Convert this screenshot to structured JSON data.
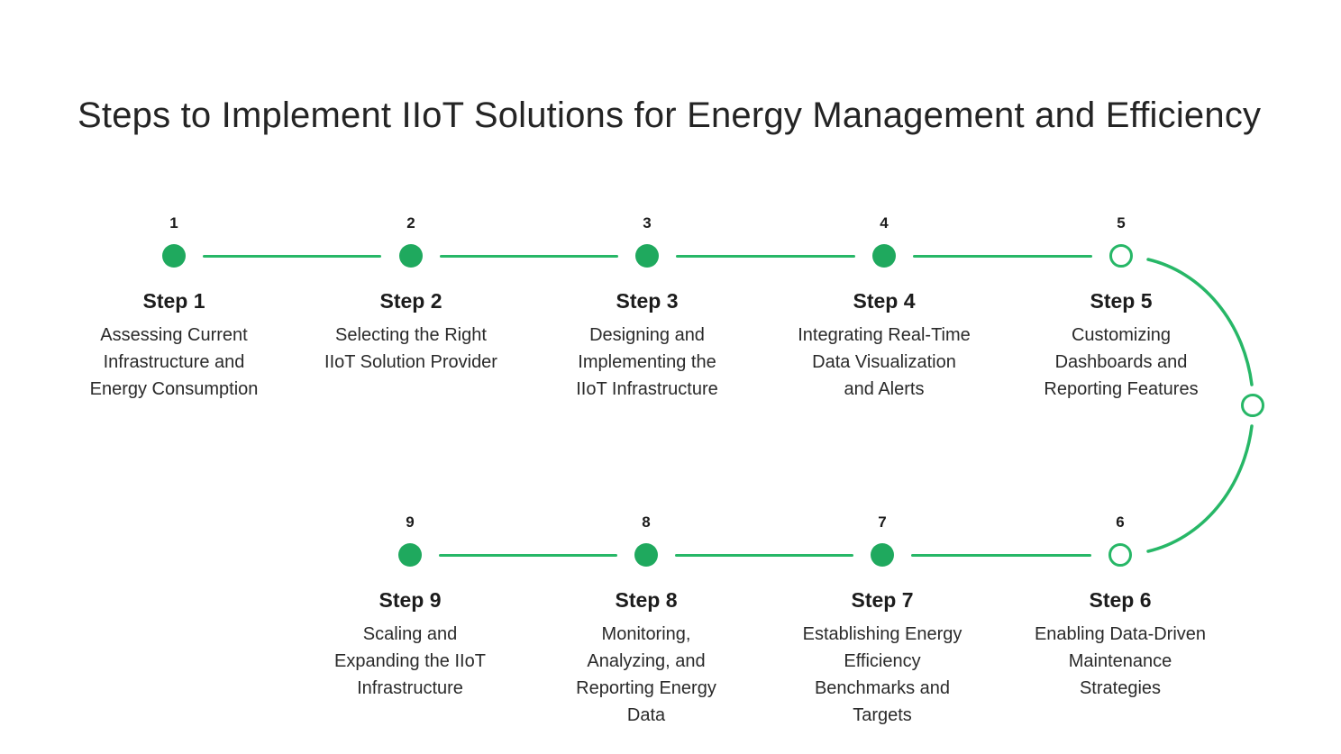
{
  "title": "Steps to Implement IIoT Solutions for Energy Management and Efficiency",
  "colors": {
    "dot_fill_green": "#1fa95e",
    "line_green": "#27b767",
    "text_dark": "#1c1c1c",
    "text_body": "#2a2a2a",
    "background": "#ffffff"
  },
  "steps": [
    {
      "num": "1",
      "label": "Step 1",
      "desc": "Assessing Current\nInfrastructure and\nEnergy Consumption",
      "marker": "filled"
    },
    {
      "num": "2",
      "label": "Step 2",
      "desc": "Selecting the Right\nIIoT Solution Provider",
      "marker": "filled"
    },
    {
      "num": "3",
      "label": "Step 3",
      "desc": "Designing and\nImplementing the\nIIoT Infrastructure",
      "marker": "filled"
    },
    {
      "num": "4",
      "label": "Step 4",
      "desc": "Integrating Real-Time\nData Visualization\nand Alerts",
      "marker": "filled"
    },
    {
      "num": "5",
      "label": "Step 5",
      "desc": "Customizing\nDashboards and\nReporting Features",
      "marker": "hollow"
    },
    {
      "num": "6",
      "label": "Step 6",
      "desc": "Enabling Data-Driven\nMaintenance\nStrategies",
      "marker": "hollow"
    },
    {
      "num": "7",
      "label": "Step 7",
      "desc": "Establishing Energy\nEfficiency\nBenchmarks and\nTargets",
      "marker": "filled"
    },
    {
      "num": "8",
      "label": "Step 8",
      "desc": "Monitoring,\nAnalyzing, and\nReporting Energy\nData",
      "marker": "filled"
    },
    {
      "num": "9",
      "label": "Step 9",
      "desc": "Scaling and\nExpanding the IIoT\nInfrastructure",
      "marker": "filled"
    }
  ]
}
